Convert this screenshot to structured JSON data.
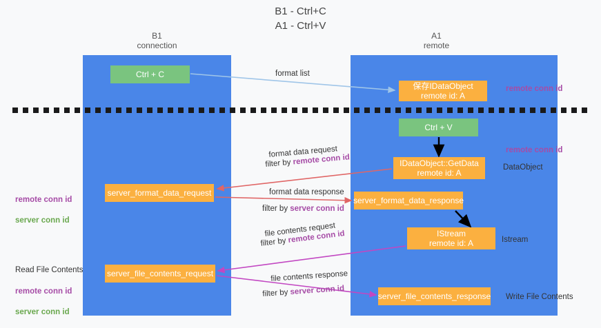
{
  "title": "B1 - Ctrl+C\nA1 - Ctrl+V",
  "lanes": [
    {
      "name": "b1",
      "header": "B1\nconnection"
    },
    {
      "name": "a1",
      "header": "A1\nremote"
    }
  ],
  "nodes": [
    {
      "id": "ctrl-c",
      "label": "Ctrl + C",
      "color": "#7ac47f"
    },
    {
      "id": "save-idataobject",
      "label": "保存IDataObject\nremote id: A",
      "color": "#fbb040"
    },
    {
      "id": "ctrl-v",
      "label": "Ctrl + V",
      "color": "#7ac47f"
    },
    {
      "id": "idataobject-getdata",
      "label": "IDataObject::GetData\nremote id: A",
      "color": "#fbb040"
    },
    {
      "id": "server-format-data-request",
      "label": "server_format_data_request",
      "color": "#fbb040"
    },
    {
      "id": "server-format-data-response",
      "label": "server_format_data_response",
      "color": "#fbb040"
    },
    {
      "id": "istream",
      "label": "IStream\nremote id: A",
      "color": "#fbb040"
    },
    {
      "id": "server-file-contents-request",
      "label": "server_file_contents_request",
      "color": "#fbb040"
    },
    {
      "id": "server-file-contents-response",
      "label": "server_file_contents_response",
      "color": "#fbb040"
    }
  ],
  "side_labels": {
    "remote_conn_id_top": "remote conn id",
    "remote_conn_id_mid": "remote conn id",
    "dataobject": "DataObject",
    "istream": "Istream",
    "write_file_contents": "Write File Contents",
    "read_file_contents": "Read File Contents",
    "remote_conn_id": "remote conn id",
    "server_conn_id": "server conn id"
  },
  "edge_labels": {
    "format_list": "format list",
    "format_data_request": "format data request",
    "format_data_request_filter_prefix": "filter by ",
    "format_data_request_filter_key": "remote conn id",
    "format_data_response": "format data response",
    "format_data_response_filter_prefix": "filter by ",
    "format_data_response_filter_key": "server conn id",
    "file_contents_request": "file contents request",
    "file_contents_request_filter_prefix": "filter by ",
    "file_contents_request_filter_key": "remote conn id",
    "file_contents_response": "file contents response",
    "file_contents_response_filter_prefix": "filter by ",
    "file_contents_response_filter_key": "server conn id"
  },
  "colors": {
    "lane": "#4a86e8",
    "green_node": "#7ac47f",
    "orange_node": "#fbb040",
    "purple_text": "#a64ca6",
    "green_text": "#6aa84f",
    "blue_arrow": "#9fc5e8",
    "red_arrow": "#e06666",
    "magenta_arrow": "#c247c2",
    "black_arrow": "#000000",
    "background": "#f8f9fa"
  }
}
